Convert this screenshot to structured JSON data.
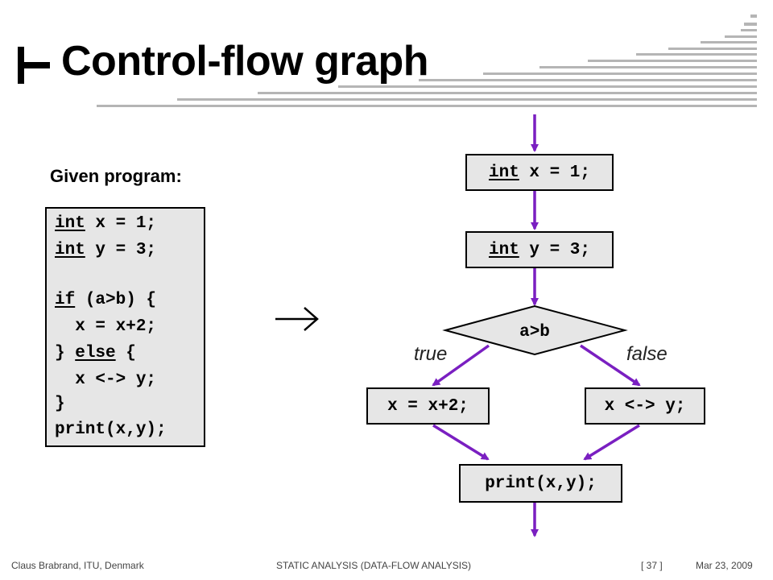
{
  "title": "Control-flow graph",
  "given_label": "Given program:",
  "code": [
    {
      "kw": "int",
      "rest": " x = 1;"
    },
    {
      "kw": "int",
      "rest": " y = 3;"
    },
    {
      "kw": "",
      "rest": ""
    },
    {
      "kw": "if",
      "rest": " (a>b) {"
    },
    {
      "kw": "",
      "rest": "  x = x+2;"
    },
    {
      "pre": "} ",
      "kw": "else",
      "rest": " {"
    },
    {
      "kw": "",
      "rest": "  x <-> y;"
    },
    {
      "kw": "",
      "rest": "}"
    },
    {
      "kw": "",
      "rest": "print(x,y);"
    }
  ],
  "graph": {
    "node1": {
      "kw": "int",
      "rest": " x = 1;"
    },
    "node2": {
      "kw": "int",
      "rest": " y = 3;"
    },
    "condition": "a>b",
    "true_branch": "x = x+2;",
    "false_branch": "x <-> y;",
    "join": "print(x,y);",
    "true_label": "true",
    "false_label": "false"
  },
  "colors": {
    "edge": "#7a1fc1",
    "box_fill": "#e6e6e6",
    "deco": "#b5b5b5"
  },
  "footer": {
    "author": "Claus Brabrand, ITU, Denmark",
    "topic": "STATIC ANALYSIS (DATA-FLOW ANALYSIS)",
    "page": "[ 37 ]",
    "date": "Mar 23, 2009"
  }
}
